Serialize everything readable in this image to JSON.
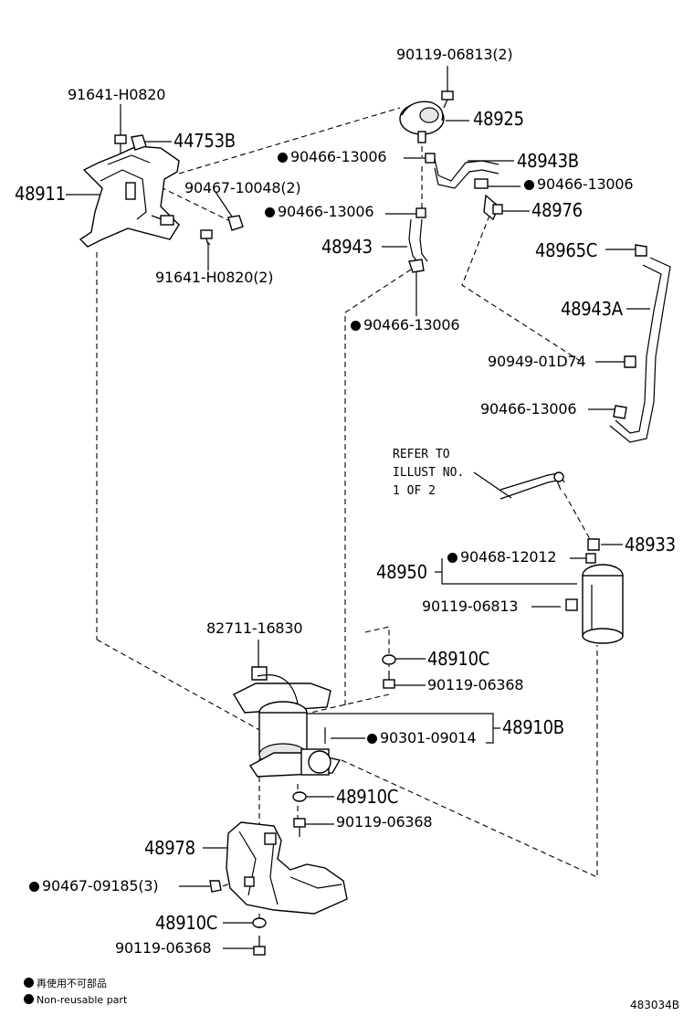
{
  "labels": {
    "p90119_06813_2": "90119-06813(2)",
    "p48925": "48925",
    "p91641_H0820": "91641-H0820",
    "p44753B": "44753B",
    "p90466_13006_a": "90466-13006",
    "p48943B": "48943B",
    "p48911": "48911",
    "p90467_10048_2": "90467-10048(2)",
    "p90466_13006_b": "90466-13006",
    "p90466_13006_c": "90466-13006",
    "p48976": "48976",
    "p48943": "48943",
    "p91641_H0820_2": "91641-H0820(2)",
    "p48965C": "48965C",
    "p48943A": "48943A",
    "p90466_13006_d": "90466-13006",
    "p90949_01D74": "90949-01D74",
    "p90466_13006_e": "90466-13006",
    "refer_1": "REFER TO",
    "refer_2": "ILLUST NO.",
    "refer_3": "1 OF 2",
    "p48933": "48933",
    "p48950": "48950",
    "p90468_12012": "90468-12012",
    "p90119_06813": "90119-06813",
    "p82711_16830": "82711-16830",
    "p48910C_a": "48910C",
    "p90119_06368_a": "90119-06368",
    "p48910B": "48910B",
    "p90301_09014": "90301-09014",
    "p48910C_b": "48910C",
    "p90119_06368_b": "90119-06368",
    "p48978": "48978",
    "p90467_09185_3": "90467-09185(3)",
    "p48910C_c": "48910C",
    "p90119_06368_c": "90119-06368"
  },
  "legend": {
    "jp": "再使用不可部品",
    "en": "Non-reusable part"
  },
  "figure_id": "483034B"
}
